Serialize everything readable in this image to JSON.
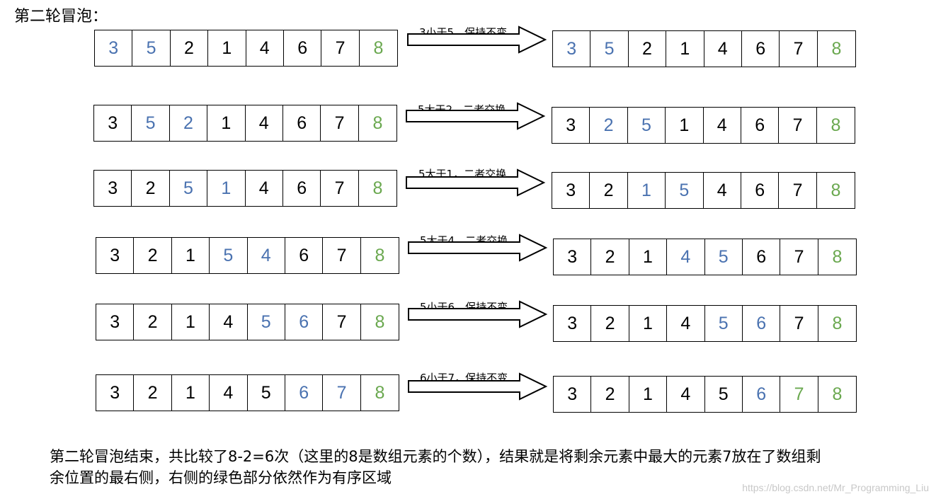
{
  "title": "第二轮冒泡：",
  "colors": {
    "default": "#000000",
    "blue": "#4a72b0",
    "green": "#6aa84f"
  },
  "steps": [
    {
      "label": "3小于5，保持不变",
      "before": [
        {
          "v": "3",
          "c": "blue"
        },
        {
          "v": "5",
          "c": "blue"
        },
        {
          "v": "2",
          "c": "black"
        },
        {
          "v": "1",
          "c": "black"
        },
        {
          "v": "4",
          "c": "black"
        },
        {
          "v": "6",
          "c": "black"
        },
        {
          "v": "7",
          "c": "black"
        },
        {
          "v": "8",
          "c": "green"
        }
      ],
      "after": [
        {
          "v": "3",
          "c": "blue"
        },
        {
          "v": "5",
          "c": "blue"
        },
        {
          "v": "2",
          "c": "black"
        },
        {
          "v": "1",
          "c": "black"
        },
        {
          "v": "4",
          "c": "black"
        },
        {
          "v": "6",
          "c": "black"
        },
        {
          "v": "7",
          "c": "black"
        },
        {
          "v": "8",
          "c": "green"
        }
      ]
    },
    {
      "label": "5大于2，二者交换",
      "before": [
        {
          "v": "3",
          "c": "black"
        },
        {
          "v": "5",
          "c": "blue"
        },
        {
          "v": "2",
          "c": "blue"
        },
        {
          "v": "1",
          "c": "black"
        },
        {
          "v": "4",
          "c": "black"
        },
        {
          "v": "6",
          "c": "black"
        },
        {
          "v": "7",
          "c": "black"
        },
        {
          "v": "8",
          "c": "green"
        }
      ],
      "after": [
        {
          "v": "3",
          "c": "black"
        },
        {
          "v": "2",
          "c": "blue"
        },
        {
          "v": "5",
          "c": "blue"
        },
        {
          "v": "1",
          "c": "black"
        },
        {
          "v": "4",
          "c": "black"
        },
        {
          "v": "6",
          "c": "black"
        },
        {
          "v": "7",
          "c": "black"
        },
        {
          "v": "8",
          "c": "green"
        }
      ]
    },
    {
      "label": "5大于1，二者交换",
      "before": [
        {
          "v": "3",
          "c": "black"
        },
        {
          "v": "2",
          "c": "black"
        },
        {
          "v": "5",
          "c": "blue"
        },
        {
          "v": "1",
          "c": "blue"
        },
        {
          "v": "4",
          "c": "black"
        },
        {
          "v": "6",
          "c": "black"
        },
        {
          "v": "7",
          "c": "black"
        },
        {
          "v": "8",
          "c": "green"
        }
      ],
      "after": [
        {
          "v": "3",
          "c": "black"
        },
        {
          "v": "2",
          "c": "black"
        },
        {
          "v": "1",
          "c": "blue"
        },
        {
          "v": "5",
          "c": "blue"
        },
        {
          "v": "4",
          "c": "black"
        },
        {
          "v": "6",
          "c": "black"
        },
        {
          "v": "7",
          "c": "black"
        },
        {
          "v": "8",
          "c": "green"
        }
      ]
    },
    {
      "label": "5大于4，二者交换",
      "before": [
        {
          "v": "3",
          "c": "black"
        },
        {
          "v": "2",
          "c": "black"
        },
        {
          "v": "1",
          "c": "black"
        },
        {
          "v": "5",
          "c": "blue"
        },
        {
          "v": "4",
          "c": "blue"
        },
        {
          "v": "6",
          "c": "black"
        },
        {
          "v": "7",
          "c": "black"
        },
        {
          "v": "8",
          "c": "green"
        }
      ],
      "after": [
        {
          "v": "3",
          "c": "black"
        },
        {
          "v": "2",
          "c": "black"
        },
        {
          "v": "1",
          "c": "black"
        },
        {
          "v": "4",
          "c": "blue"
        },
        {
          "v": "5",
          "c": "blue"
        },
        {
          "v": "6",
          "c": "black"
        },
        {
          "v": "7",
          "c": "black"
        },
        {
          "v": "8",
          "c": "green"
        }
      ]
    },
    {
      "label": "5小于6，保持不变",
      "before": [
        {
          "v": "3",
          "c": "black"
        },
        {
          "v": "2",
          "c": "black"
        },
        {
          "v": "1",
          "c": "black"
        },
        {
          "v": "4",
          "c": "black"
        },
        {
          "v": "5",
          "c": "blue"
        },
        {
          "v": "6",
          "c": "blue"
        },
        {
          "v": "7",
          "c": "black"
        },
        {
          "v": "8",
          "c": "green"
        }
      ],
      "after": [
        {
          "v": "3",
          "c": "black"
        },
        {
          "v": "2",
          "c": "black"
        },
        {
          "v": "1",
          "c": "black"
        },
        {
          "v": "4",
          "c": "black"
        },
        {
          "v": "5",
          "c": "blue"
        },
        {
          "v": "6",
          "c": "blue"
        },
        {
          "v": "7",
          "c": "black"
        },
        {
          "v": "8",
          "c": "green"
        }
      ]
    },
    {
      "label": "6小于7，保持不变",
      "before": [
        {
          "v": "3",
          "c": "black"
        },
        {
          "v": "2",
          "c": "black"
        },
        {
          "v": "1",
          "c": "black"
        },
        {
          "v": "4",
          "c": "black"
        },
        {
          "v": "5",
          "c": "black"
        },
        {
          "v": "6",
          "c": "blue"
        },
        {
          "v": "7",
          "c": "blue"
        },
        {
          "v": "8",
          "c": "green"
        }
      ],
      "after": [
        {
          "v": "3",
          "c": "black"
        },
        {
          "v": "2",
          "c": "black"
        },
        {
          "v": "1",
          "c": "black"
        },
        {
          "v": "4",
          "c": "black"
        },
        {
          "v": "5",
          "c": "black"
        },
        {
          "v": "6",
          "c": "blue"
        },
        {
          "v": "7",
          "c": "green"
        },
        {
          "v": "8",
          "c": "green"
        }
      ]
    }
  ],
  "summary": {
    "line1": "第二轮冒泡结束，共比较了8-2=6次（这里的8是数组元素的个数），结果就是将剩余元素中最大的元素7放在了数组剩",
    "line2": "余位置的最右侧，右侧的绿色部分依然作为有序区域"
  },
  "watermark": "https://blog.csdn.net/Mr_Programming_Liu"
}
